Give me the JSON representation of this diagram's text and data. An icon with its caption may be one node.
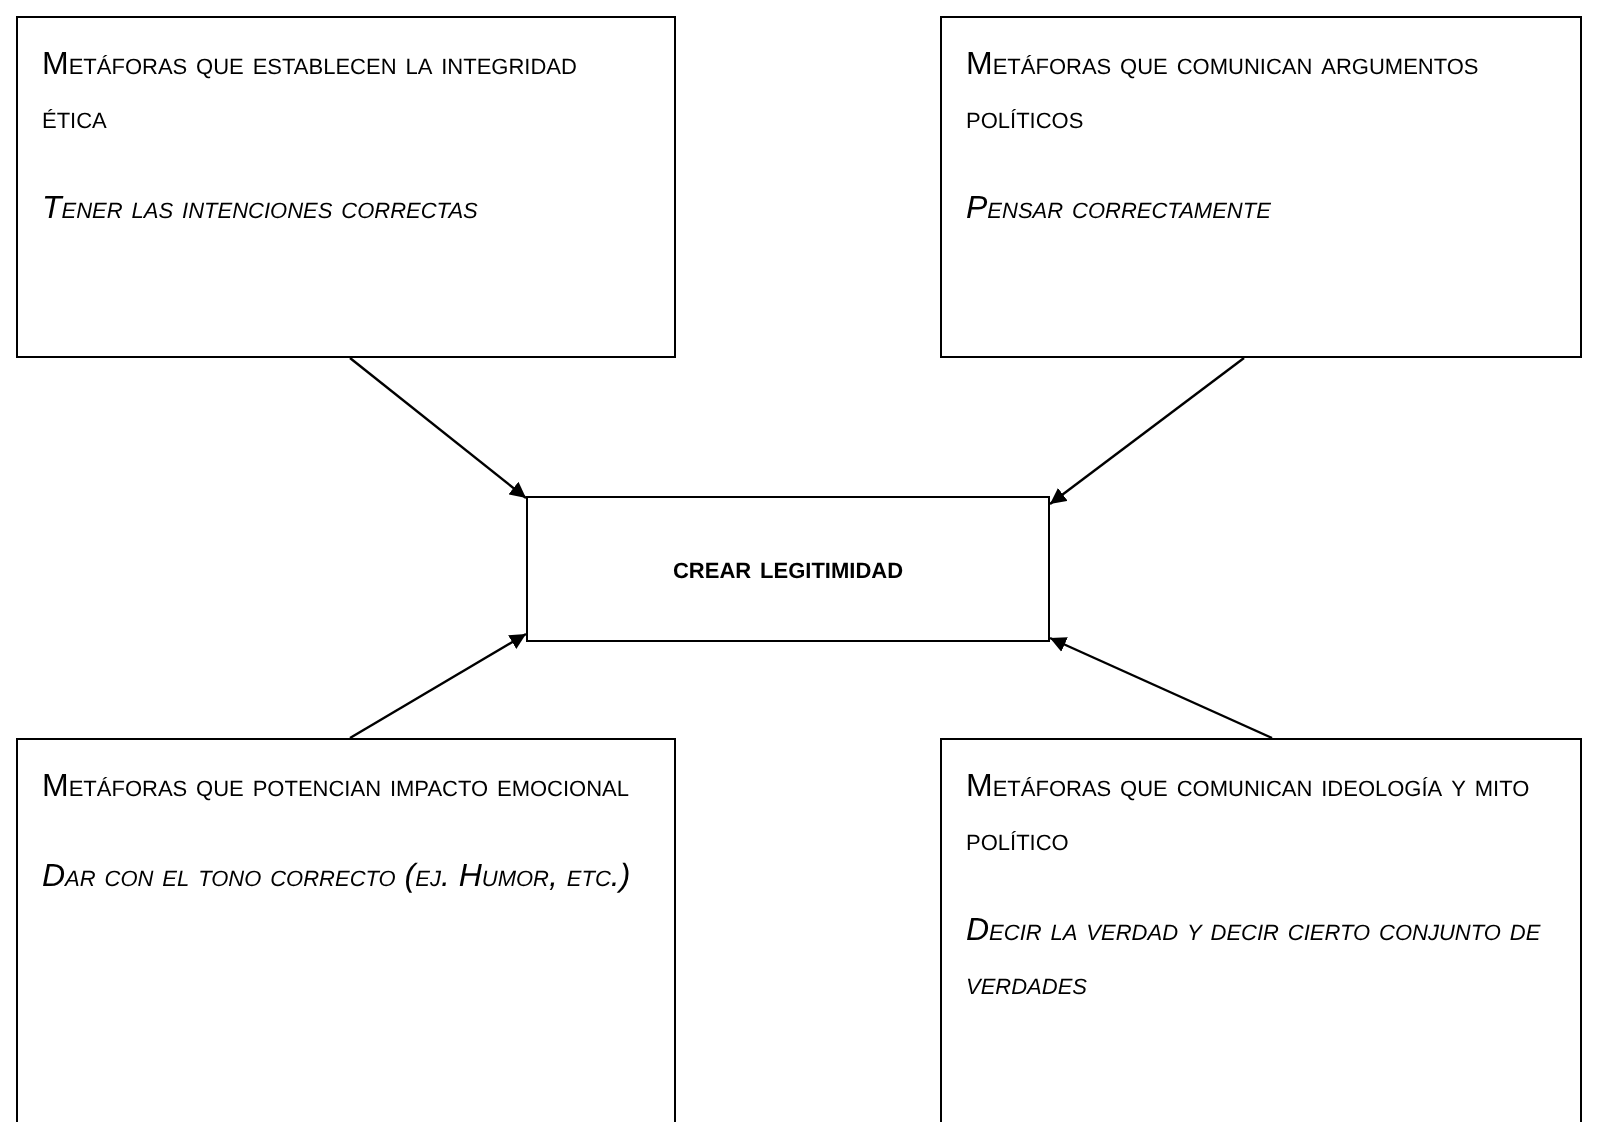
{
  "diagram": {
    "nodes": [
      {
        "text": [
          "Metáforas que establecen la integridad ética",
          "Tener las intenciones correctas"
        ]
      },
      {
        "text": [
          "Metáforas que comunican argumentos políticos",
          "Pensar correctamente"
        ]
      },
      {
        "text": [
          "crear legitimidad"
        ]
      },
      {
        "text": [
          "Metáforas que potencian impacto emocional",
          "Dar con el tono correcto (ej. Humor, etc.)"
        ]
      },
      {
        "text": [
          "Metáforas que comunican ideología y mito político",
          "Decir la verdad y decir cierto conjunto de verdades"
        ]
      }
    ],
    "edges": [
      {
        "from": 0,
        "to": 2,
        "arrow": "to"
      },
      {
        "from": 1,
        "to": 2,
        "arrow": "to"
      },
      {
        "from": 3,
        "to": 2,
        "arrow": "to"
      },
      {
        "from": 4,
        "to": 2,
        "arrow": "to"
      }
    ]
  }
}
